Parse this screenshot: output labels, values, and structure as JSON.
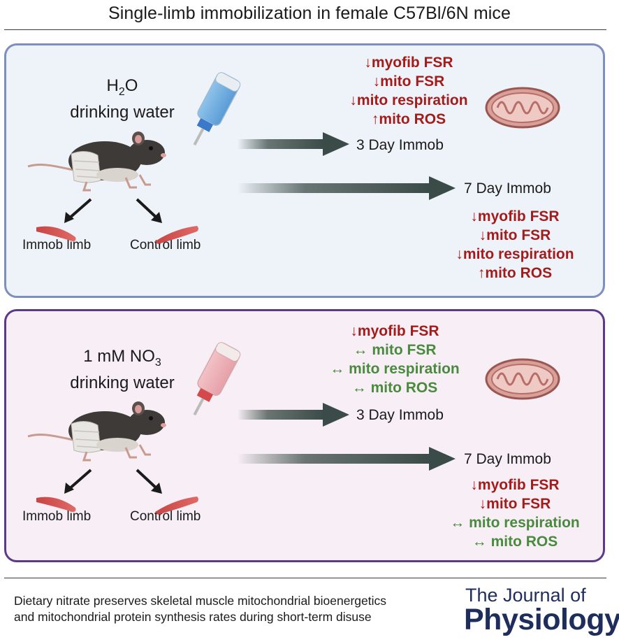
{
  "title": "Single-limb immobilization in female C57Bl/6N mice",
  "panels": {
    "water": {
      "condition_line1_main": "H",
      "condition_line1_sub": "2",
      "condition_line1_end": "O",
      "condition_line2": "drinking water",
      "effects_3day": [
        {
          "arrow": "↓",
          "text": "myofib FSR",
          "dir": "down"
        },
        {
          "arrow": "↓",
          "text": "mito FSR",
          "dir": "down"
        },
        {
          "arrow": "↓",
          "text": "mito respiration",
          "dir": "down"
        },
        {
          "arrow": "↑",
          "text": "mito ROS",
          "dir": "up"
        }
      ],
      "label_3day": "3 Day Immob",
      "label_7day": "7 Day Immob",
      "effects_7day": [
        {
          "arrow": "↓",
          "text": "myofib FSR",
          "dir": "down"
        },
        {
          "arrow": "↓",
          "text": "mito FSR",
          "dir": "down"
        },
        {
          "arrow": "↓",
          "text": "mito respiration",
          "dir": "down"
        },
        {
          "arrow": "↑",
          "text": "mito ROS",
          "dir": "up"
        }
      ],
      "limb_immob": "Immob limb",
      "limb_control": "Control limb"
    },
    "nitrate": {
      "condition_line1_main": "1 mM NO",
      "condition_line1_sub": "3",
      "condition_line1_end": "",
      "condition_line2": "drinking water",
      "effects_3day": [
        {
          "arrow": "↓",
          "text": "myofib FSR",
          "dir": "down"
        },
        {
          "arrow": "↔",
          "text": "mito FSR",
          "dir": "same"
        },
        {
          "arrow": "↔",
          "text": "mito respiration",
          "dir": "same"
        },
        {
          "arrow": "↔",
          "text": "mito ROS",
          "dir": "same"
        }
      ],
      "label_3day": "3 Day Immob",
      "label_7day": "7 Day Immob",
      "effects_7day": [
        {
          "arrow": "↓",
          "text": "myofib FSR",
          "dir": "down"
        },
        {
          "arrow": "↓",
          "text": "mito FSR",
          "dir": "down"
        },
        {
          "arrow": "↔",
          "text": "mito respiration",
          "dir": "same"
        },
        {
          "arrow": "↔",
          "text": "mito ROS",
          "dir": "same"
        }
      ],
      "limb_immob": "Immob limb",
      "limb_control": "Control limb"
    }
  },
  "footer": {
    "line1": "Dietary nitrate preserves skeletal muscle mitochondrial bioenergetics",
    "line2": "and mitochondrial protein synthesis rates during short-term disuse",
    "journal_line1": "The Journal of",
    "journal_line2": "Physiology"
  },
  "colors": {
    "decrease": "#a31c1c",
    "unchanged": "#4a8a3e",
    "water_border": "#7d8fbf",
    "nitrate_border": "#5c3a8a",
    "journal": "#1f2d5c"
  }
}
